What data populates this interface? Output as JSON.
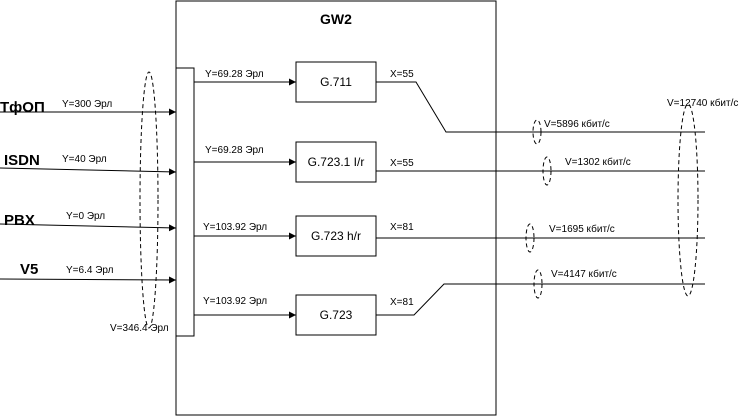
{
  "gateway": {
    "title": "GW2"
  },
  "inputs": [
    {
      "name": "ТфОП",
      "load": "Y=300 Эрл"
    },
    {
      "name": "ISDN",
      "load": "Y=40 Эрл"
    },
    {
      "name": "PBX",
      "load": "Y=0 Эрл"
    },
    {
      "name": "V5",
      "load": "Y=6.4 Эрл"
    }
  ],
  "input_total": "V=346.4 Эрл",
  "codecs": [
    {
      "name": "G.711",
      "load": "Y=69.28 Эрл",
      "x": "X=55",
      "rate": "V=5896 кбит/с"
    },
    {
      "name": "G.723.1 I/r",
      "load": "Y=69.28 Эрл",
      "x": "X=55",
      "rate": "V=1302 кбит/с"
    },
    {
      "name": "G.723 h/r",
      "load": "Y=103.92 Эрл",
      "x": "X=81",
      "rate": "V=1695 кбит/с"
    },
    {
      "name": "G.723",
      "load": "Y=103.92 Эрл",
      "x": "X=81",
      "rate": "V=4147 кбит/с"
    }
  ],
  "output_total": "V=12740 кбит/с",
  "colors": {
    "stroke": "#000000",
    "background": "#ffffff"
  }
}
